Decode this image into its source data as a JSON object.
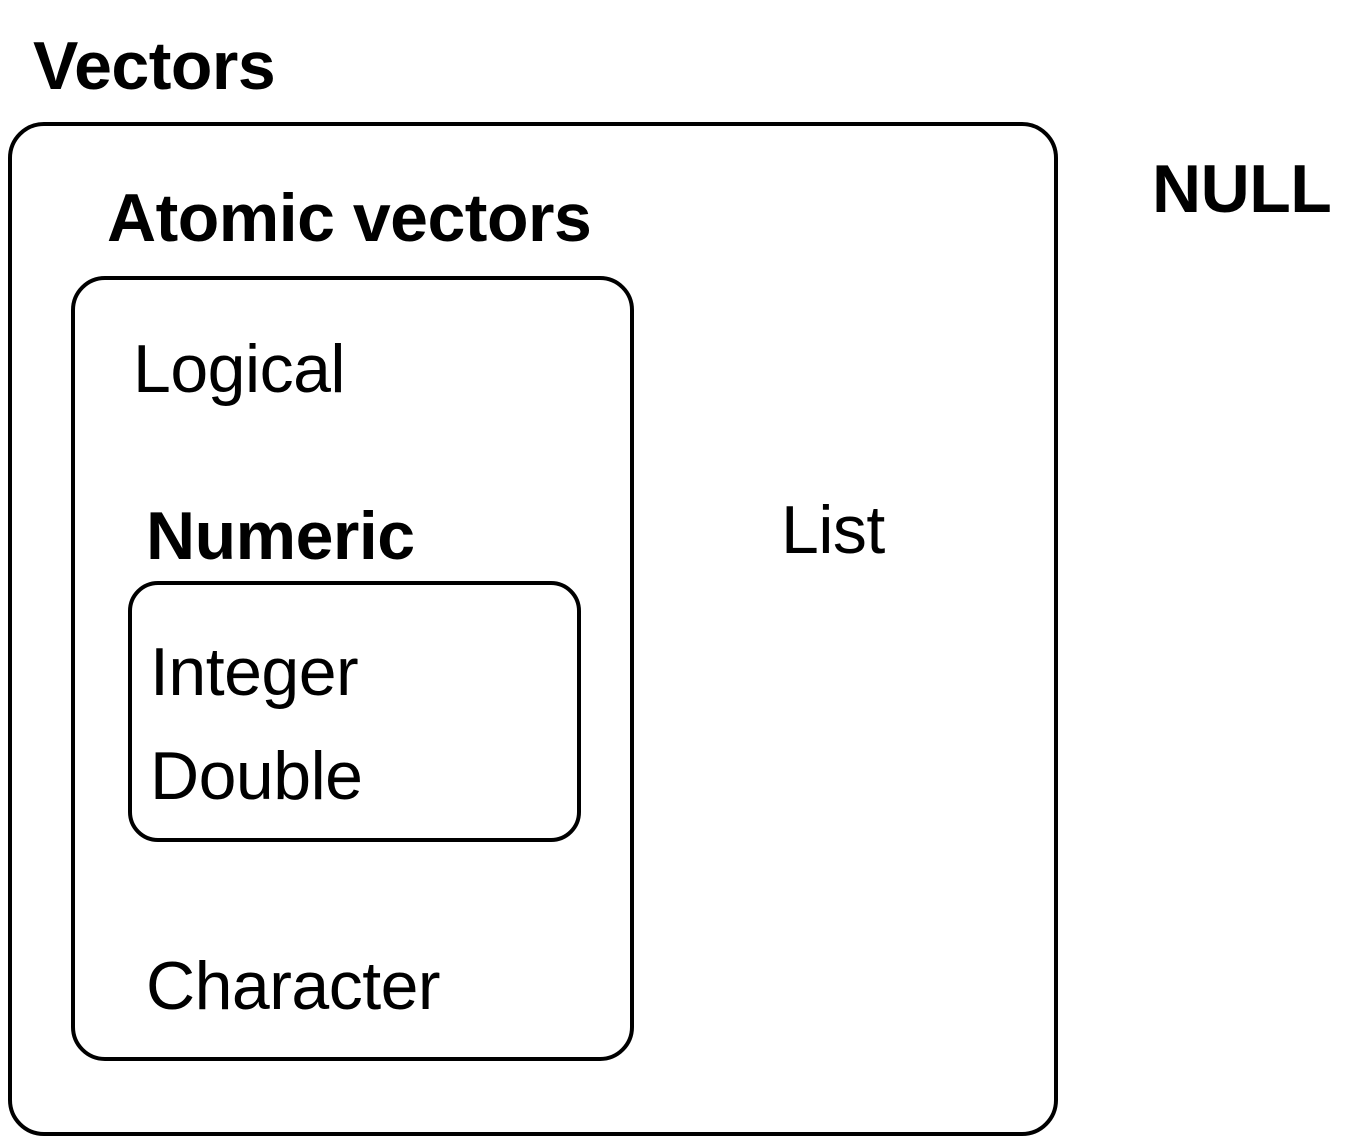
{
  "diagram": {
    "title": "Vectors",
    "outside_label": "NULL",
    "vectors_box": {
      "atomic_box": {
        "heading": "Atomic vectors",
        "logical": "Logical",
        "numeric": {
          "heading": "Numeric",
          "integer": "Integer",
          "double": "Double"
        },
        "character": "Character"
      },
      "list": "List"
    },
    "colors": {
      "stroke": "#000000",
      "text": "#000000",
      "background": "#ffffff"
    }
  }
}
